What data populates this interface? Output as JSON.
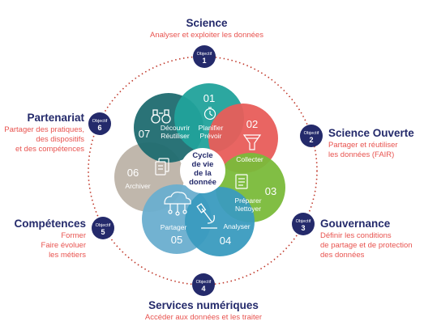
{
  "colors": {
    "navy": "#242a6b",
    "red": "#e8534f",
    "ring_dots": "#c0392b",
    "petal_teal": "#21a29b",
    "petal_dark_teal": "#1f6b70",
    "petal_red": "#e85d5a",
    "petal_green": "#7aba3a",
    "petal_blue": "#3a9bbf",
    "petal_gray": "#bdb3a8",
    "petal_light_blue": "#6aaecf"
  },
  "center": {
    "line1": "Cycle",
    "line2": "de vie",
    "line3": "de la",
    "line4": "donnée"
  },
  "petals": [
    {
      "num": "01",
      "label1": "Planifier",
      "label2": "Prévoir",
      "icon": "stopwatch-icon"
    },
    {
      "num": "02",
      "label1": "Collecter",
      "label2": "",
      "icon": "funnel-icon"
    },
    {
      "num": "03",
      "label1": "Préparer",
      "label2": "Nettoyer",
      "icon": "clean-doc-icon"
    },
    {
      "num": "04",
      "label1": "Analyser",
      "label2": "",
      "icon": "microscope-icon"
    },
    {
      "num": "05",
      "label1": "Partager",
      "label2": "",
      "icon": "cloud-share-icon"
    },
    {
      "num": "06",
      "label1": "Archiver",
      "label2": "",
      "icon": "archive-docs-icon"
    },
    {
      "num": "07",
      "label1": "Découvrir",
      "label2": "Réutiliser",
      "icon": "binoculars-icon"
    }
  ],
  "objectives": [
    {
      "word": "Objectif",
      "num": "1",
      "title": "Science",
      "desc": [
        "Analyser et exploiter les données"
      ]
    },
    {
      "word": "Objectif",
      "num": "2",
      "title": "Science Ouverte",
      "desc": [
        "Partager et réutiliser",
        "les données (FAIR)"
      ]
    },
    {
      "word": "Objectif",
      "num": "3",
      "title": "Gouvernance",
      "desc": [
        "Définir les conditions",
        "de partage et de protection",
        "des données"
      ]
    },
    {
      "word": "Objectif",
      "num": "4",
      "title": "Services numériques",
      "desc": [
        "Accéder aux données et les traiter"
      ]
    },
    {
      "word": "Objectif",
      "num": "5",
      "title": "Compétences",
      "desc": [
        "Former",
        "Faire évoluer",
        "les métiers"
      ]
    },
    {
      "word": "Objectif",
      "num": "6",
      "title": "Partenariat",
      "desc": [
        "Partager des pratiques,",
        "des dispositifs",
        "et des compétences"
      ]
    }
  ]
}
